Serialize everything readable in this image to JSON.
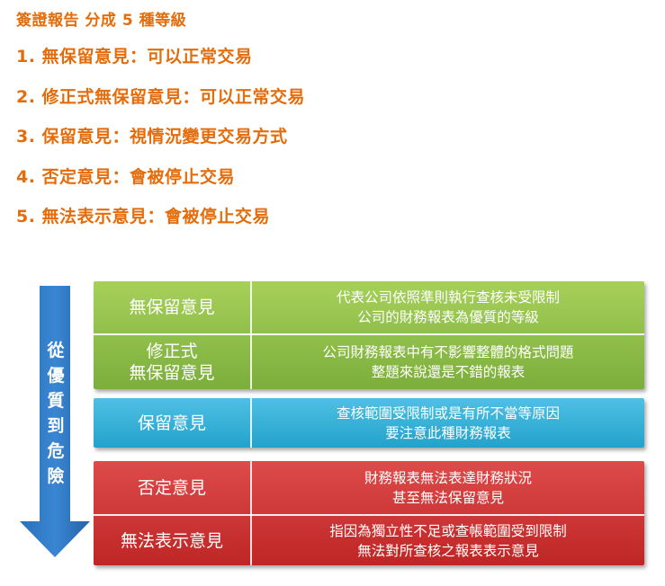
{
  "title": "簽證報告 分成 5 種等級",
  "list": [
    "1. 無保留意見：可以正常交易",
    "2. 修正式無保留意見：可以正常交易",
    "3. 保留意見：視情況變更交易方式",
    "4. 否定意見：會被停止交易",
    "5. 無法表示意見：會被停止交易"
  ],
  "arrow_label": [
    "從",
    "優",
    "質",
    "到",
    "危",
    "險"
  ],
  "groups": {
    "green": {
      "color": "#8cbf48",
      "rows": [
        {
          "name": [
            "無保留意見"
          ],
          "desc": [
            "代表公司依照準則執行查核未受限制",
            "公司的財務報表為優質的等級"
          ]
        },
        {
          "name": [
            "修正式",
            "無保留意見"
          ],
          "desc": [
            "公司財務報表中有不影響整體的格式問題",
            "整題來說還是不錯的報表"
          ]
        }
      ]
    },
    "blue": {
      "color": "#33b0d8",
      "rows": [
        {
          "name": [
            "保留意見"
          ],
          "desc": [
            "查核範圍受限制或是有所不當等原因",
            "要注意此種財務報表"
          ]
        }
      ]
    },
    "red": {
      "color": "#cc3333",
      "rows": [
        {
          "name": [
            "否定意見"
          ],
          "desc": [
            "財務報表無法表達財務狀況",
            "甚至無法保留意見"
          ]
        },
        {
          "name": [
            "無法表示意見"
          ],
          "desc": [
            "指因為獨立性不足或查帳範圍受到限制",
            "無法對所查核之報表表示意見"
          ]
        }
      ]
    }
  }
}
